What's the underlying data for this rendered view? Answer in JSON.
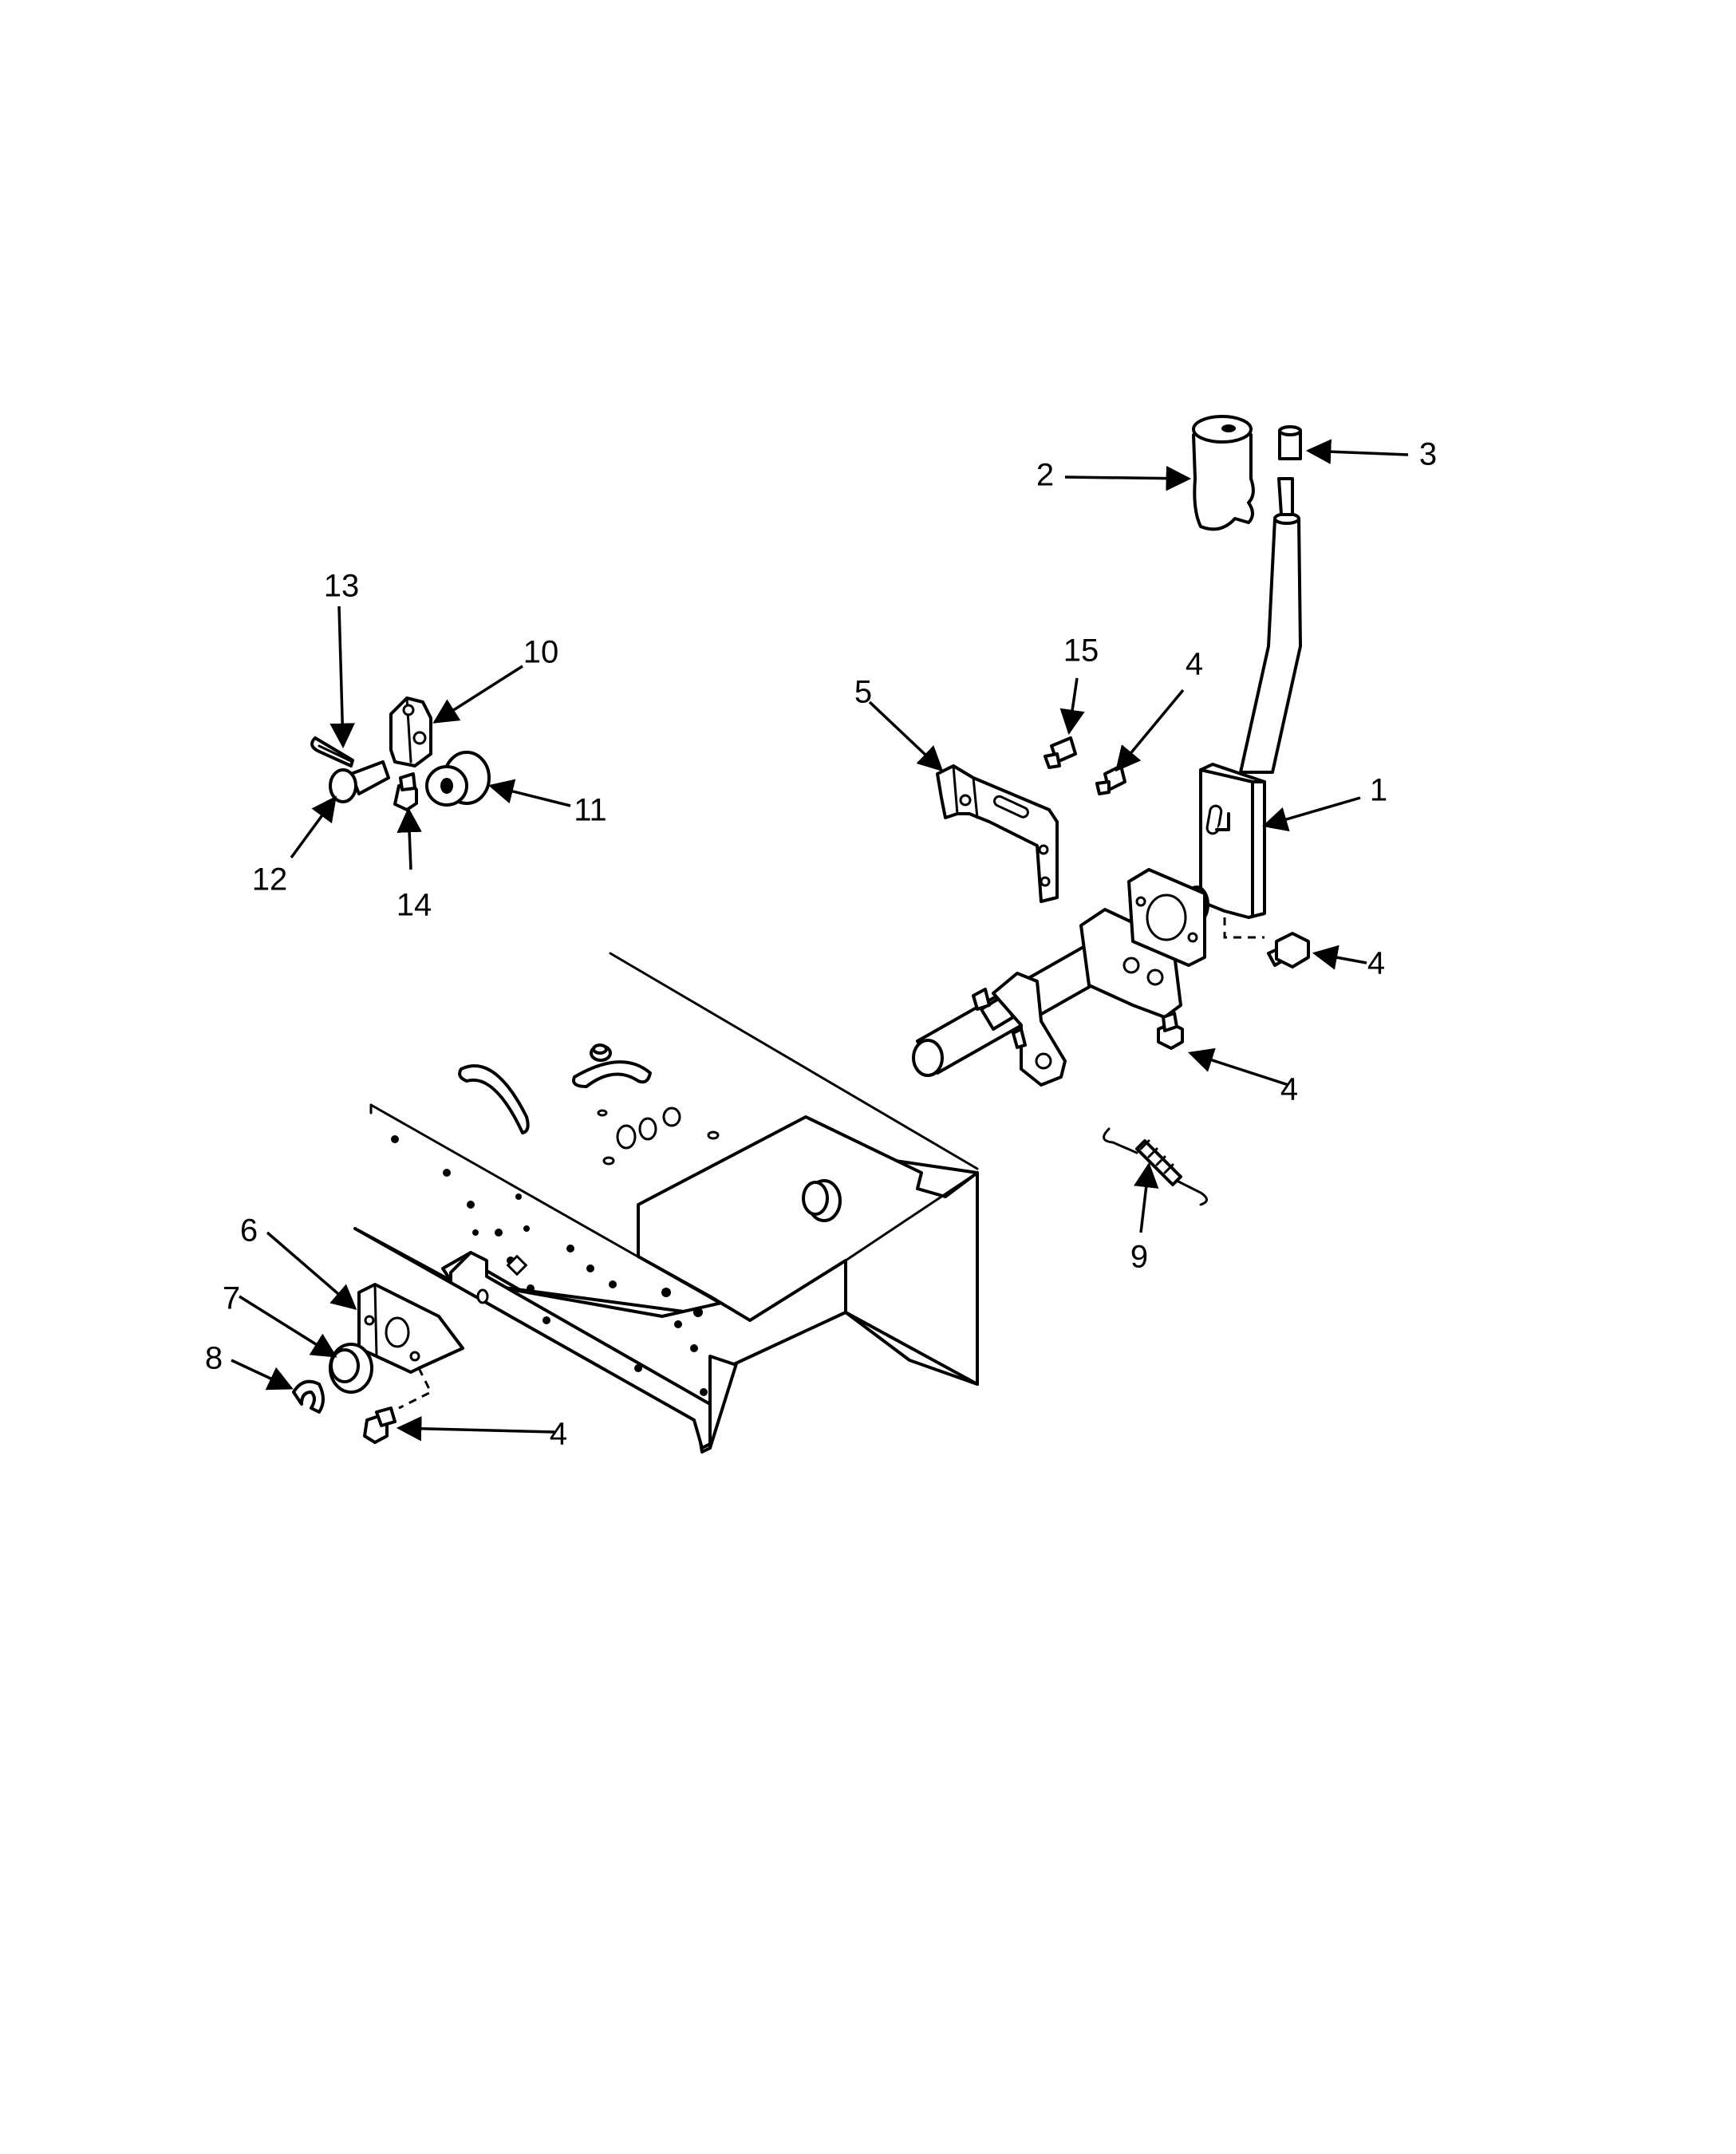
{
  "callouts": [
    {
      "label": "1"
    },
    {
      "label": "2"
    },
    {
      "label": "3"
    },
    {
      "label": "4"
    },
    {
      "label": "4"
    },
    {
      "label": "4"
    },
    {
      "label": "4"
    },
    {
      "label": "5"
    },
    {
      "label": "6"
    },
    {
      "label": "7"
    },
    {
      "label": "8"
    },
    {
      "label": "9"
    },
    {
      "label": "10"
    },
    {
      "label": "11"
    },
    {
      "label": "12"
    },
    {
      "label": "13"
    },
    {
      "label": "14"
    },
    {
      "label": "15"
    }
  ]
}
